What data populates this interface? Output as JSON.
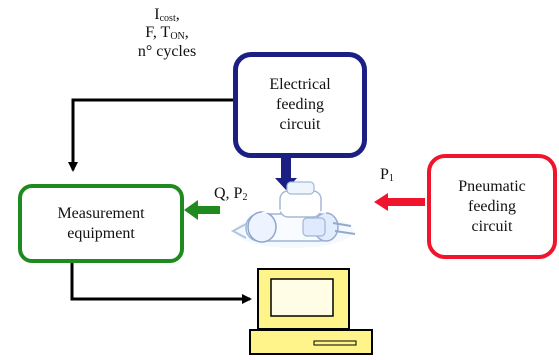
{
  "diagram": {
    "boxes": {
      "electrical": [
        "Electrical",
        "feeding",
        "circuit"
      ],
      "measurement": [
        "Measurement",
        "equipment"
      ],
      "pneumatic": [
        "Pneumatic",
        "feeding",
        "circuit"
      ]
    },
    "labels": {
      "top_params": {
        "line1_main": "I",
        "line1_sub": "cost",
        "line1_suffix": ",",
        "line2_prefix": "F, T",
        "line2_sub": "ON",
        "line2_suffix": ",",
        "line3": "n° cycles"
      },
      "q_p2": {
        "main": "Q, P",
        "sub": "2"
      },
      "p1": {
        "main": "P",
        "sub": "1"
      }
    },
    "colors": {
      "electrical": "#1b1f84",
      "measurement": "#1f8b1f",
      "pneumatic": "#f0142d",
      "arrow_black": "#000000",
      "arrow_blue": "#1b1f84",
      "arrow_green": "#1f8b1f",
      "arrow_red": "#f0142d",
      "computer": "#fff48a",
      "device_blue": "#d9e8ff"
    },
    "icons": {
      "device": "pneumatic-valve-device",
      "computer": "computer-icon"
    }
  }
}
